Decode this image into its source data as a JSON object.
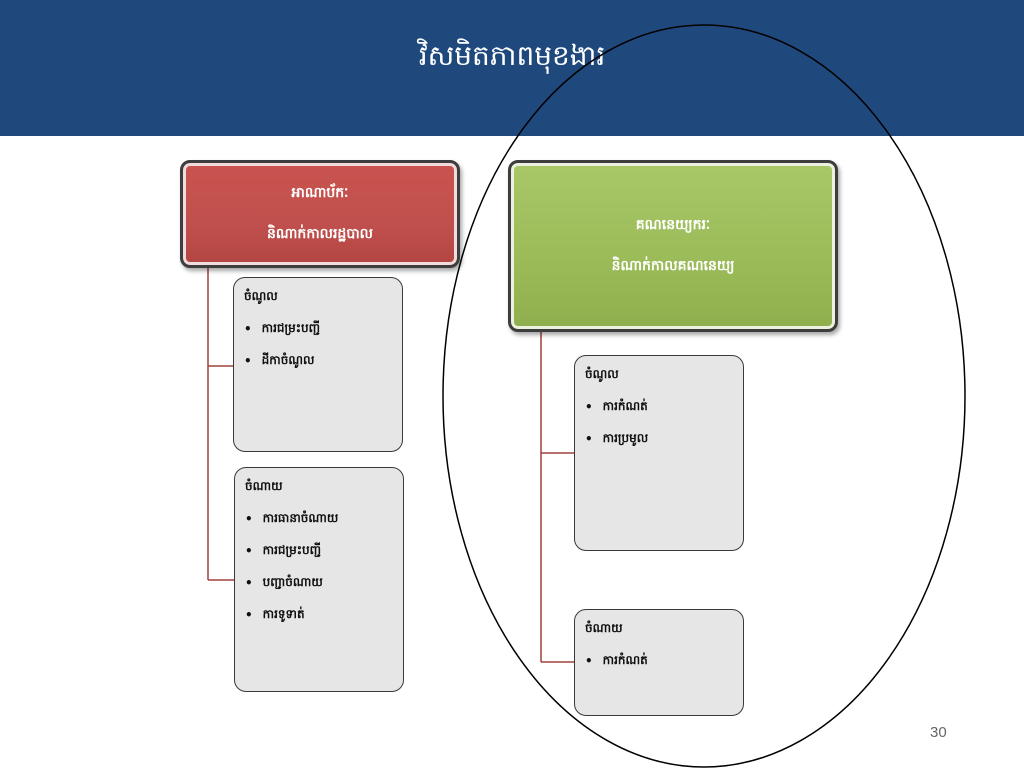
{
  "slide": {
    "title": "វិសមិតភាពមុខងារ",
    "page_number": "30"
  },
  "left_group": {
    "head": {
      "line1": "អាណាប័កៈ",
      "line2": "និណាក់កាលរដ្ឋបាល"
    },
    "boxes": [
      {
        "title": "ចំណូល",
        "items": [
          "ការជម្រះបញ្ជី",
          "ដីកាចំណូល"
        ]
      },
      {
        "title": "ចំណាយ",
        "items": [
          "ការធានាចំណាយ",
          "ការជម្រះបញ្ជី",
          "បញ្ជាចំណាយ",
          "ការទូទាត់"
        ]
      }
    ]
  },
  "right_group": {
    "head": {
      "line1": "គណនេយ្យករៈ",
      "line2": "និណាក់កាលគណនេយ្យ"
    },
    "boxes": [
      {
        "title": "ចំណូល",
        "items": [
          "ការកំណត់",
          "ការប្រមូល"
        ]
      },
      {
        "title": "ចំណាយ",
        "items": [
          "ការកំណត់"
        ]
      }
    ]
  },
  "colors": {
    "header_bg": "#1f497d",
    "left_head": "#c0504d",
    "right_head": "#9bbb59",
    "sub_box_bg": "#e6e6e6",
    "connector": "#a0403d"
  }
}
